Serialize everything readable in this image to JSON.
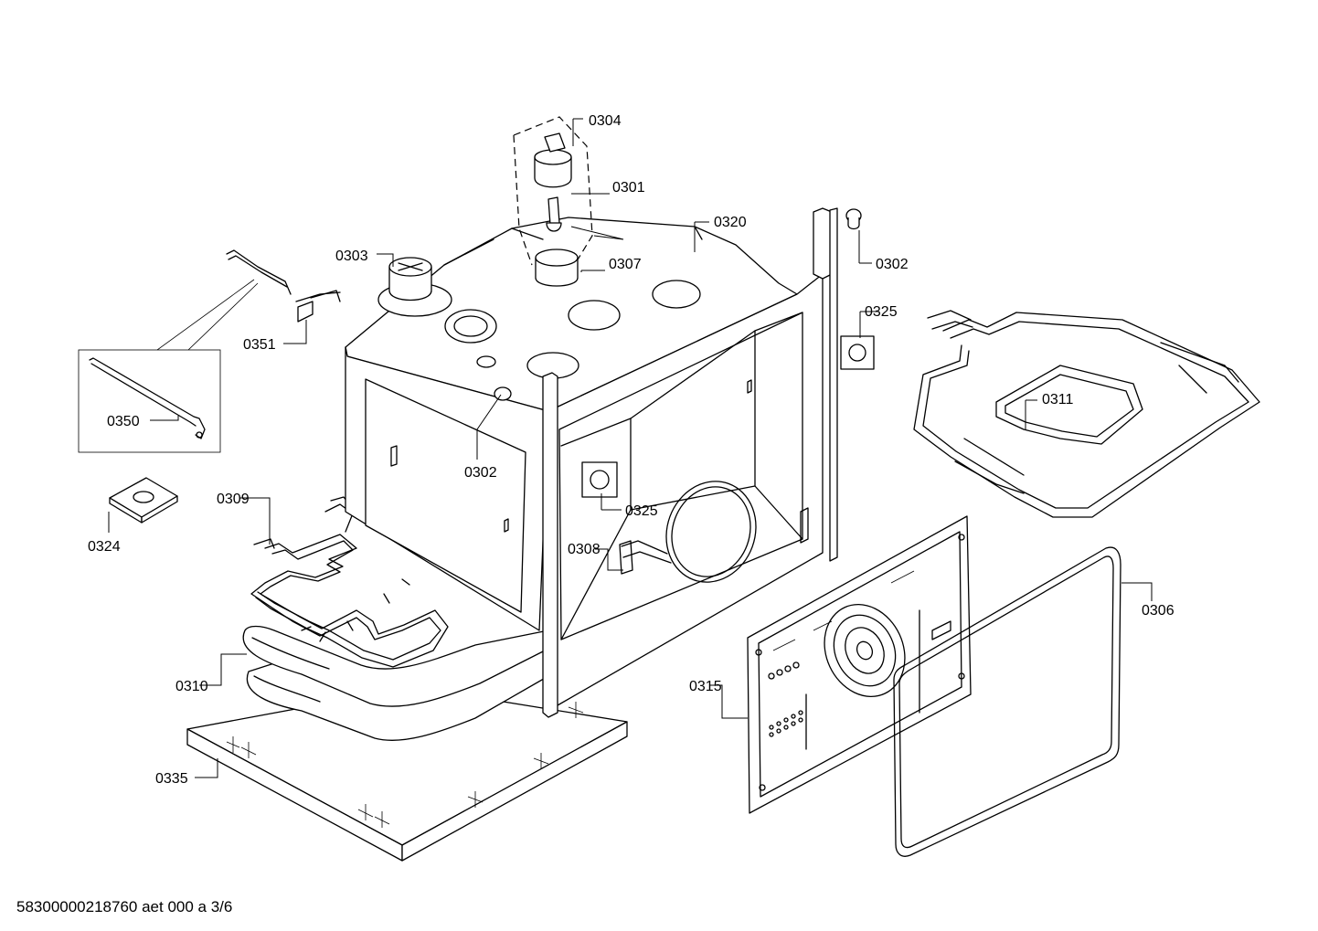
{
  "callouts": {
    "c0304": "0304",
    "c0301": "0301",
    "c0320": "0320",
    "c0303": "0303",
    "c0307": "0307",
    "c0302a": "0302",
    "c0325a": "0325",
    "c0351": "0351",
    "c0311": "0311",
    "c0350": "0350",
    "c0302b": "0302",
    "c0325b": "0325",
    "c0309": "0309",
    "c0324": "0324",
    "c0308": "0308",
    "c0306": "0306",
    "c0310": "0310",
    "c0315": "0315",
    "c0335": "0335"
  },
  "footer": {
    "document_id": "58300000218760 aet 000 a 3/6"
  }
}
